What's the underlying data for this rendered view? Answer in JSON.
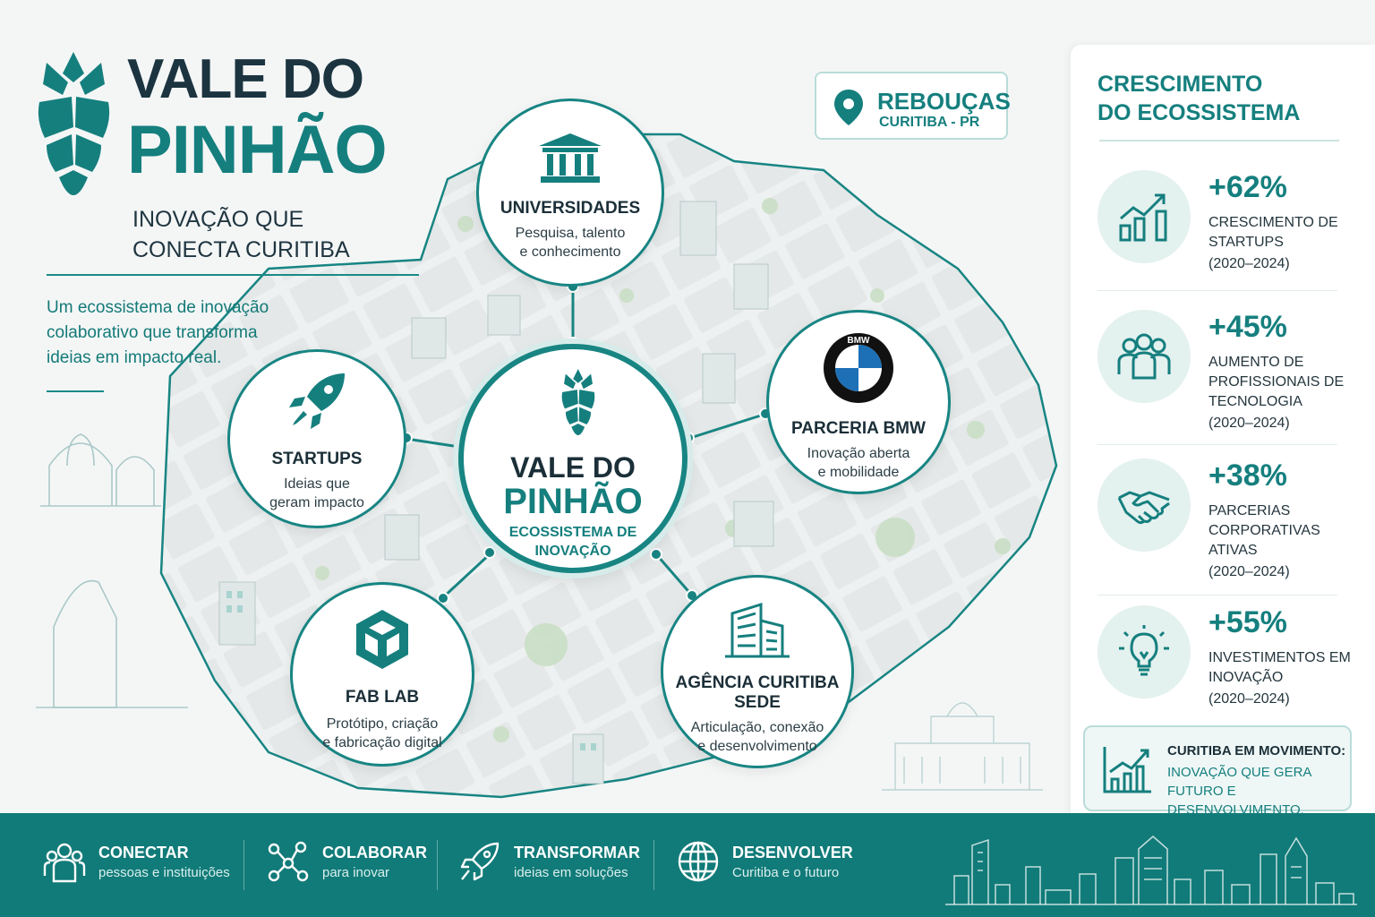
{
  "brand": {
    "line1": "VALE DO",
    "line2": "PINHÃO",
    "tagline": "INOVAÇÃO QUE CONECTA CURITIBA"
  },
  "intro": "Um ecossistema de inovação colaborativo que transforma ideias em impacto real.",
  "location": {
    "name": "REBOUÇAS",
    "city": "CURITIBA - PR",
    "icon": "map-pin-icon"
  },
  "colors": {
    "accent": "#157f7e",
    "dark": "#1b3440",
    "footer": "#117b79",
    "soft": "#e3f1ef"
  },
  "center": {
    "line1": "VALE DO",
    "line2": "PINHÃO",
    "sub": "ECOSSISTEMA DE INOVAÇÃO"
  },
  "nodes": {
    "universidades": {
      "title": "UNIVERSIDADES",
      "sub1": "Pesquisa, talento",
      "sub2": "e conhecimento",
      "icon": "university-icon"
    },
    "startups": {
      "title": "STARTUPS",
      "sub1": "Ideias que",
      "sub2": "geram impacto",
      "icon": "rocket-icon"
    },
    "bmw": {
      "title": "PARCERIA BMW",
      "sub1": "Inovação aberta",
      "sub2": "e mobilidade",
      "logo_text": "BMW",
      "icon": "bmw-logo-icon"
    },
    "fablab": {
      "title": "FAB LAB",
      "sub1": "Protótipo, criação",
      "sub2": "e fabricação digital",
      "icon": "cube-icon"
    },
    "agencia": {
      "title1": "AGÊNCIA CURITIBA",
      "title2": "SEDE",
      "sub1": "Articulação, conexão",
      "sub2": "e desenvolvimento",
      "icon": "office-building-icon"
    }
  },
  "panel": {
    "title1": "CRESCIMENTO",
    "title2": "DO ECOSSISTEMA",
    "stats": [
      {
        "pct": "+62%",
        "label": "CRESCIMENTO DE STARTUPS",
        "years": "(2020–2024)",
        "icon": "growth-chart-icon"
      },
      {
        "pct": "+45%",
        "label": "AUMENTO DE PROFISSIONAIS DE TECNOLOGIA",
        "years": "(2020–2024)",
        "icon": "people-icon"
      },
      {
        "pct": "+38%",
        "label": "PARCERIAS CORPORATIVAS ATIVAS",
        "years": "(2020–2024)",
        "icon": "handshake-icon"
      },
      {
        "pct": "+55%",
        "label": "INVESTIMENTOS EM INOVAÇÃO",
        "years": "(2020–2024)",
        "icon": "lightbulb-icon"
      }
    ],
    "callout": {
      "title": "CURITIBA EM MOVIMENTO:",
      "text": "Inovação que gera futuro e desenvolvimento.",
      "icon": "trend-chart-icon"
    }
  },
  "footer": [
    {
      "title": "CONECTAR",
      "sub": "pessoas e instituições",
      "icon": "people-group-icon"
    },
    {
      "title": "COLABORAR",
      "sub": "para inovar",
      "icon": "network-icon"
    },
    {
      "title": "TRANSFORMAR",
      "sub": "ideias em soluções",
      "icon": "rocket-icon"
    },
    {
      "title": "DESENVOLVER",
      "sub": "Curitiba e o futuro",
      "icon": "globe-icon"
    }
  ]
}
